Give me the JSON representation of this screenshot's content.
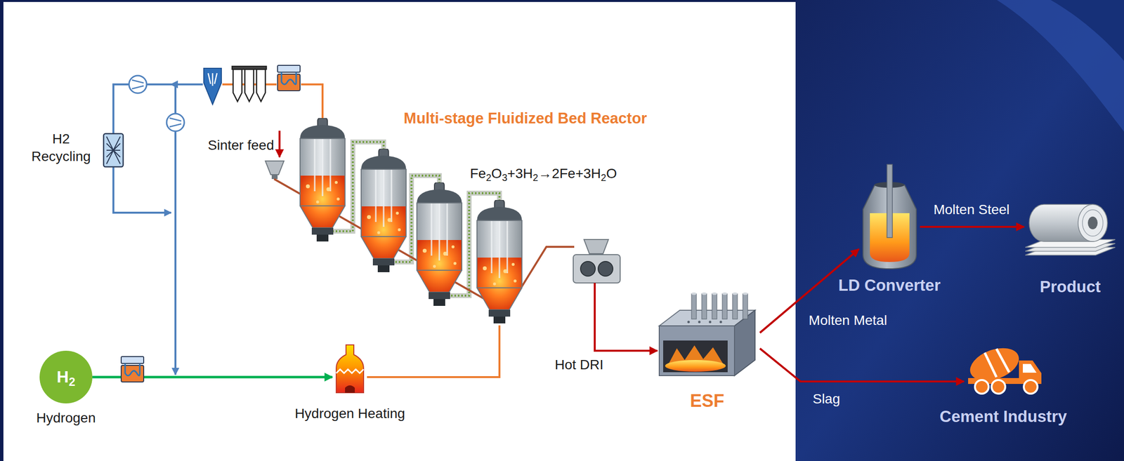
{
  "diagram": {
    "nodes": [
      {
        "text": [
          "H2",
          "Hydrogen"
        ]
      },
      {
        "text": [
          "Hydrogen Heating"
        ]
      },
      {
        "text": [
          "ESF"
        ]
      },
      {
        "text": [
          "LD Converter"
        ]
      },
      {
        "text": [
          "Product"
        ]
      },
      {
        "text": [
          "Cement Industry"
        ]
      }
    ],
    "edges": [
      {
        "from": 0,
        "to": 1,
        "arrow": "to"
      },
      {
        "from": 2,
        "to": 3,
        "label": "Molten Metal",
        "arrow": "to"
      },
      {
        "from": 3,
        "to": 4,
        "label": "Molten Steel",
        "arrow": "to"
      },
      {
        "from": 2,
        "to": 5,
        "label": "Slag",
        "arrow": "to"
      }
    ],
    "labels": [
      "H2 Recycling",
      "Sinter feed",
      "Multi-stage Fluidized Bed Reactor",
      "Fe2O3+3H2→2Fe+3H2O",
      "Hot DRI"
    ]
  }
}
